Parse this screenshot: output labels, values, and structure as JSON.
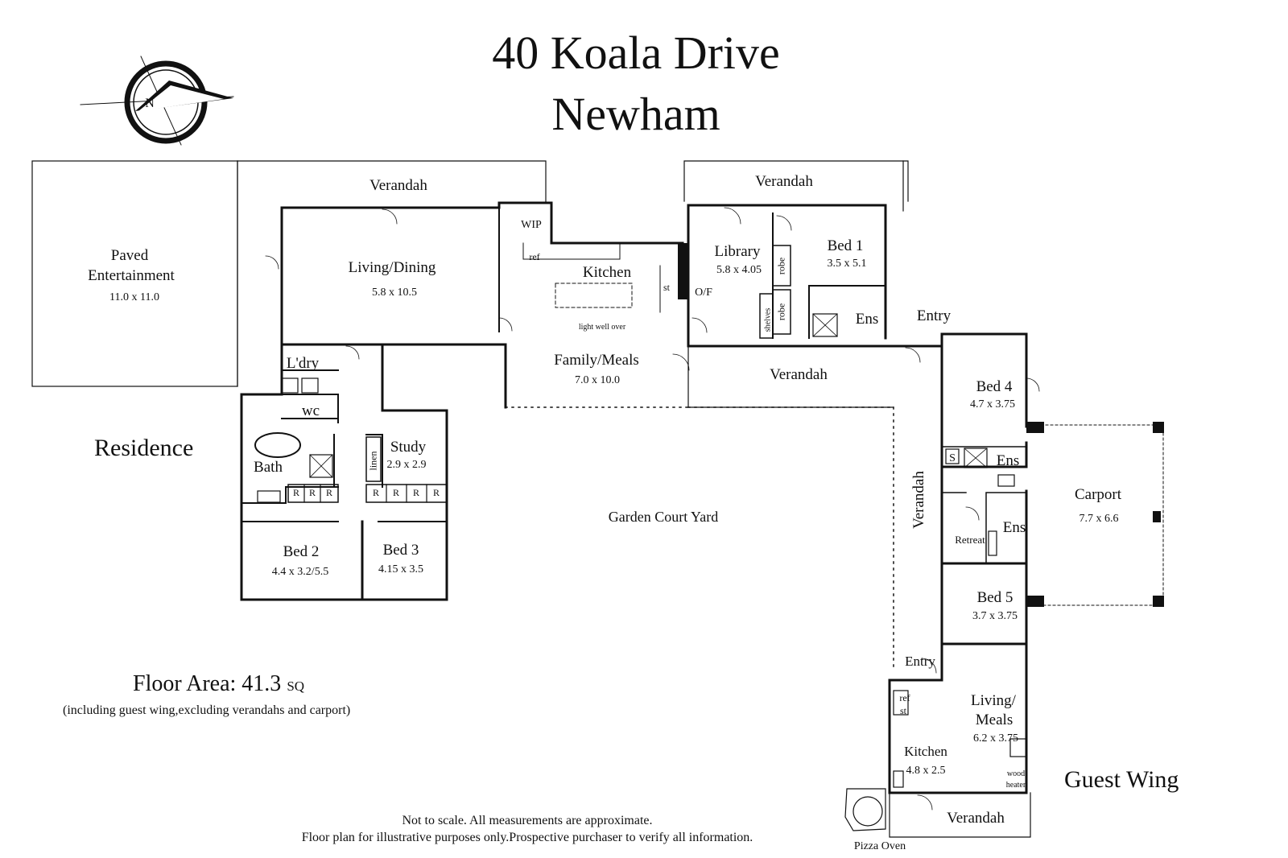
{
  "title": {
    "line1": "40 Koala Drive",
    "line2": "Newham"
  },
  "compass": {
    "letter": "N"
  },
  "zones": {
    "residence": "Residence",
    "guest_wing": "Guest Wing"
  },
  "rooms": {
    "paved": {
      "name": "Paved Entertainment",
      "line1": "Paved",
      "line2": "Entertainment",
      "dim": "11.0 x 11.0"
    },
    "verandah_w": {
      "name": "Verandah"
    },
    "verandah_n": {
      "name": "Verandah"
    },
    "verandah_mid": {
      "name": "Verandah"
    },
    "verandah_guest_v": {
      "name": "Verandah"
    },
    "verandah_guest_s": {
      "name": "Verandah"
    },
    "living_dining": {
      "name": "Living/Dining",
      "dim": "5.8 x 10.5"
    },
    "wip": {
      "name": "WIP"
    },
    "ref": {
      "name": "ref"
    },
    "kitchen": {
      "name": "Kitchen",
      "note": "light well over",
      "st": "st"
    },
    "family_meals": {
      "name": "Family/Meals",
      "dim": "7.0 x 10.0"
    },
    "library": {
      "name": "Library",
      "dim": "5.8 x 4.05"
    },
    "of": {
      "name": "O/F"
    },
    "shelves": {
      "name": "shelves"
    },
    "robe1": {
      "name": "robe"
    },
    "robe2": {
      "name": "robe"
    },
    "bed1": {
      "name": "Bed 1",
      "dim": "3.5 x 5.1"
    },
    "ens1": {
      "name": "Ens"
    },
    "entry_main": {
      "name": "Entry"
    },
    "ldry": {
      "name": "L'dry"
    },
    "wc": {
      "name": "wc"
    },
    "bath": {
      "name": "Bath"
    },
    "linen": {
      "name": "linen"
    },
    "study": {
      "name": "Study",
      "dim": "2.9 x 2.9"
    },
    "robe_letter": "R",
    "bed2": {
      "name": "Bed 2",
      "dim": "4.4 x 3.2/5.5"
    },
    "bed3": {
      "name": "Bed 3",
      "dim": "4.15 x 3.5"
    },
    "garden": {
      "name": "Garden Court Yard"
    },
    "bed4": {
      "name": "Bed 4",
      "dim": "4.7 x 3.75"
    },
    "s": {
      "name": "S"
    },
    "ens4": {
      "name": "Ens"
    },
    "ens_retreat": {
      "name": "Ens"
    },
    "retreat": {
      "name": "Retreat"
    },
    "carport": {
      "name": "Carport",
      "dim": "7.7 x 6.6"
    },
    "bed5": {
      "name": "Bed 5",
      "dim": "3.7 x 3.75"
    },
    "entry_guest": {
      "name": "Entry"
    },
    "guest_living": {
      "line1": "Living/",
      "line2": "Meals",
      "dim": "6.2 x 3.75"
    },
    "guest_kitchen": {
      "name": "Kitchen",
      "dim": "4.8 x 2.5",
      "ref": "ref",
      "st": "st"
    },
    "wood_heater": {
      "line1": "wood",
      "line2": "heater"
    },
    "pizza_oven": {
      "name": "Pizza Oven"
    }
  },
  "floor_area": {
    "label": "Floor Area: 41.3",
    "unit": "SQ",
    "note": "(including guest wing,excluding verandahs and carport)"
  },
  "disclaimer": {
    "line1": "Not to scale. All measurements are approximate.",
    "line2": "Floor plan for illustrative purposes only.Prospective purchaser to verify all information."
  }
}
